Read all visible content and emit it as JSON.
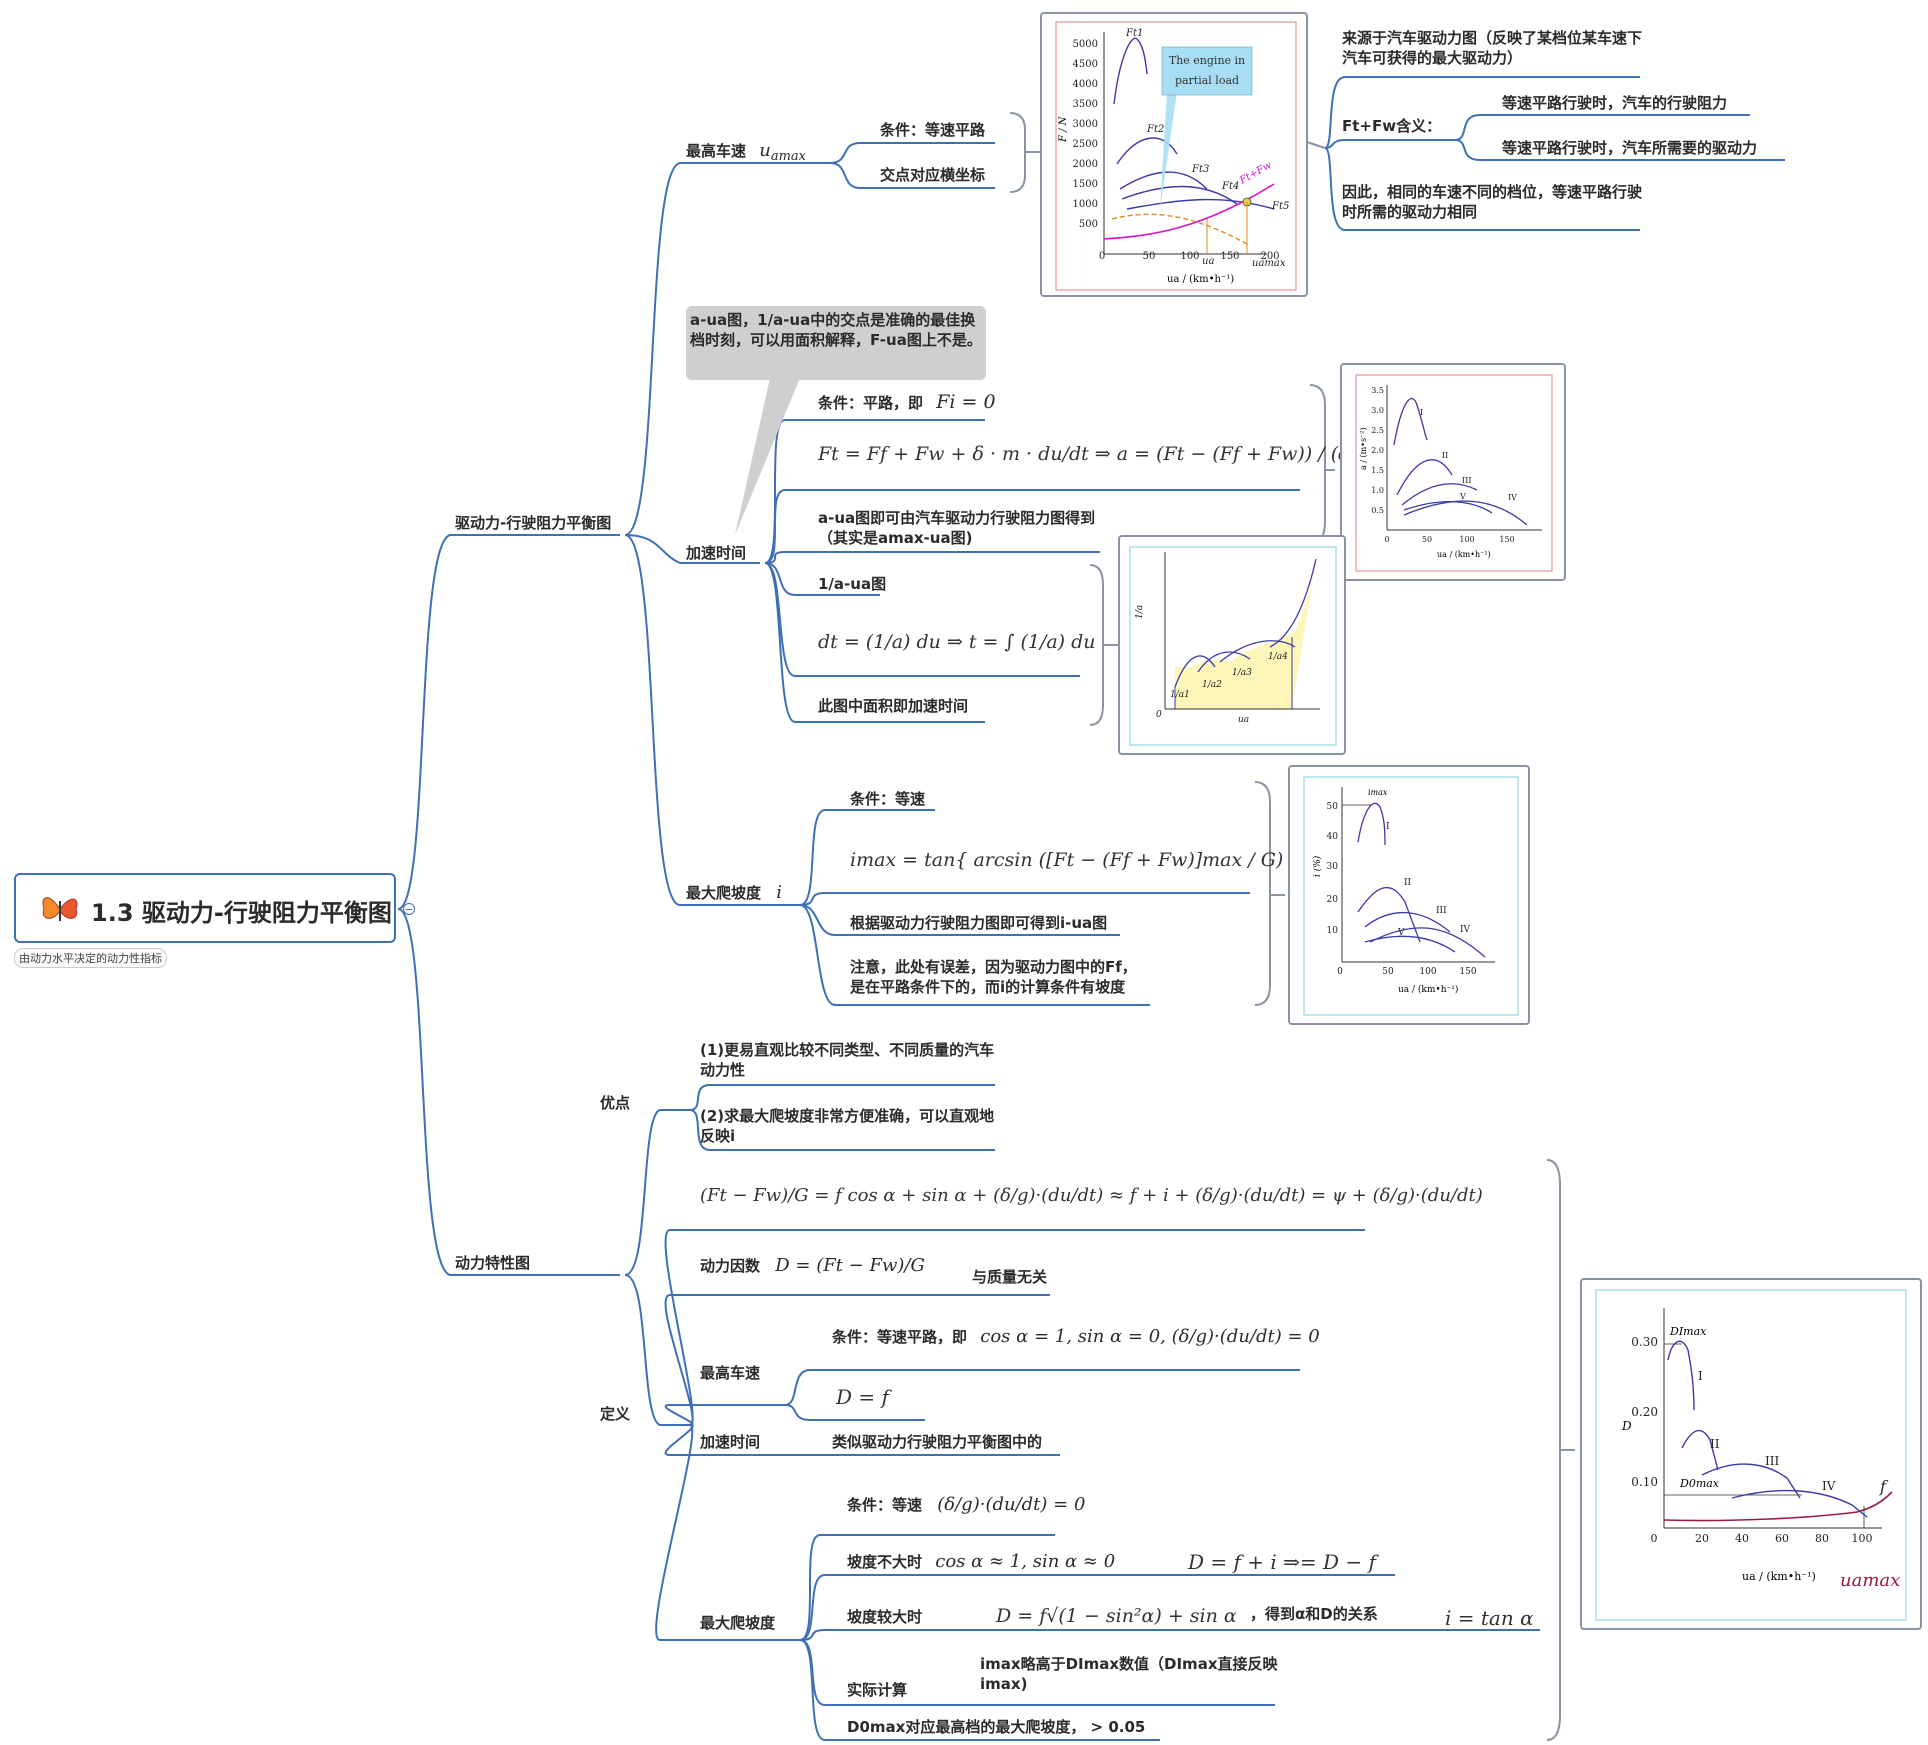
{
  "root": {
    "title": "1.3 驱动力-行驶阻力平衡图",
    "note": "由动力水平决定的动力性指标"
  },
  "branch1": {
    "label": "驱动力-行驶阻力平衡图",
    "max_speed": {
      "label": "最高车速",
      "sym": "u",
      "sub": "amax",
      "cond": "条件：等速平路",
      "cross": "交点对应横坐标"
    },
    "ft_fw": {
      "source": "来源于汽车驱动力图（反映了某档位某车速下汽车可获得的最大驱动力）",
      "label": "Ft+Fw含义：",
      "m1": "等速平路行驶时，汽车的行驶阻力",
      "m2": "等速平路行驶时，汽车所需要的驱动力",
      "conclusion": "因此，相同的车速不同的档位，等速平路行驶时所需的驱动力相同"
    },
    "callout": "a-ua图，1/a-ua中的交点是准确的最佳换档时刻，可以用面积解释，F-ua图上不是。",
    "accel": {
      "label": "加速时间",
      "cond": "条件：平路，即",
      "cond_math": "Fi = 0",
      "eq": "Ft = Ff + Fw + δ · m · du/dt ⇒ a = (Ft − (Ff + Fw)) / (δ · m)",
      "aua": "a-ua图即可由汽车驱动力行驶阻力图得到（其实是amax-ua图)",
      "inv": "1/a-ua图",
      "dt_eq": "dt = (1/a) du ⇒ t = ∫ (1/a) du",
      "area": "此图中面积即加速时间"
    },
    "grade": {
      "label": "最大爬坡度",
      "sym": "i",
      "cond": "条件：等速",
      "eq": "imax = tan{ arcsin ([Ft − (Ff + Fw)]max / G) }",
      "derive": "根据驱动力行驶阻力图即可得到i-ua图",
      "note": "注意，此处有误差，因为驱动力图中的Ff，是在平路条件下的，而i的计算条件有坡度"
    }
  },
  "branch2": {
    "label": "动力特性图",
    "adv": {
      "label": "优点",
      "a1": "(1)更易直观比较不同类型、不同质量的汽车动力性",
      "a2": "(2)求最大爬坡度非常方便准确，可以直观地反映i"
    },
    "def": {
      "label": "定义",
      "eq": "(Ft − Fw)/G = f cos α + sin α + (δ/g)·(du/dt) ≈ f + i + (δ/g)·(du/dt) = ψ + (δ/g)·(du/dt)",
      "factor": "动力因数",
      "factor_math": "D = (Ft − Fw)/G",
      "mass": "与质量无关",
      "max_speed": {
        "label": "最高车速",
        "cond": "条件：等速平路，即",
        "cond_math": "cos α = 1, sin α = 0, (δ/g)·(du/dt) = 0",
        "result": "D = f"
      },
      "accel": {
        "label": "加速时间",
        "text": "类似驱动力行驶阻力平衡图中的"
      },
      "grade": {
        "label": "最大爬坡度",
        "cond": "条件：等速",
        "cond_math": "(δ/g)·(du/dt) = 0",
        "small": "坡度不大时",
        "small_math": "cos α ≈ 1, sin α ≈ 0",
        "small_res": "D = f + i ⇒= D − f",
        "large": "坡度较大时",
        "large_math": "D = f√(1 − sin²α) + sin α",
        "large_res": "，得到α和D的关系",
        "tan": "i = tan α",
        "actual": "实际计算",
        "actual_text": "imax略高于DImax数值（DImax直接反映imax)",
        "d0": "D0max对应最高档的最大爬坡度， > 0.05"
      }
    }
  },
  "figures": {
    "force": {
      "ylabel": "F / N",
      "xlabel": "ua / (km•h⁻¹)",
      "y_ticks": [
        "5000",
        "4500",
        "4000",
        "3500",
        "3000",
        "2500",
        "2000",
        "1500",
        "1000",
        "500"
      ],
      "x_ticks": [
        "0",
        "50",
        "100",
        "150",
        "200"
      ],
      "curves": [
        "Ft1",
        "Ft2",
        "Ft3",
        "Ft4",
        "Ft5"
      ],
      "resist": "Ft+Fw",
      "callout": [
        "The engine in",
        "partial load"
      ],
      "ua": "ua",
      "uamax": "uamax"
    },
    "accel": {
      "ylabel": "a / (m•s⁻²)",
      "xlabel": "ua / (km•h⁻¹)",
      "y_ticks": [
        "3.5",
        "3.0",
        "2.5",
        "2.0",
        "1.5",
        "1.0",
        "0.5"
      ],
      "x_ticks": [
        "0",
        "50",
        "100",
        "150"
      ],
      "gears": [
        "I",
        "II",
        "III",
        "IV",
        "V"
      ]
    },
    "inv": {
      "ylabel": "1/a",
      "xlabel": "ua",
      "origin": "0",
      "labels": [
        "1/a1",
        "1/a2",
        "1/a3",
        "1/a4"
      ]
    },
    "grade": {
      "ylabel": "i (%)",
      "xlabel": "ua / (km•h⁻¹)",
      "imax": "imax",
      "y_ticks": [
        "50",
        "40",
        "30",
        "20",
        "10"
      ],
      "x_ticks": [
        "0",
        "50",
        "100",
        "150"
      ],
      "gears": [
        "I",
        "II",
        "III",
        "IV",
        "V"
      ]
    },
    "dyn": {
      "ylabel": "D",
      "xlabel": "ua / (km•h⁻¹)",
      "y_ticks": [
        "0.30",
        "0.20",
        "0.10"
      ],
      "x_ticks": [
        "0",
        "20",
        "40",
        "60",
        "80",
        "100"
      ],
      "d1": "DImax",
      "d0": "D0max",
      "gears": [
        "I",
        "II",
        "III",
        "IV"
      ],
      "f": "f",
      "uamax": "uamax"
    }
  },
  "colors": {
    "branch": "#3f6fb5",
    "curve": "#3a3aa8",
    "resist": "#d414c8",
    "dash": "#e08a1e",
    "dyn_f": "#9b1b3c"
  }
}
